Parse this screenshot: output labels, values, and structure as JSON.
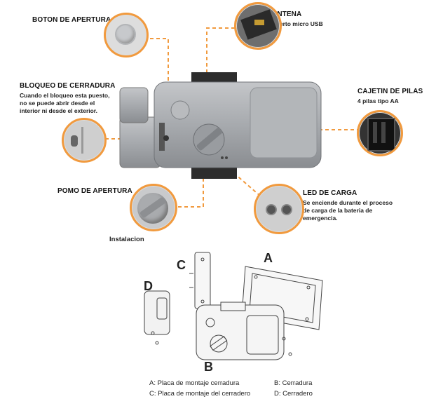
{
  "callouts": {
    "boton": {
      "title": "BOTON DE APERTURA"
    },
    "antena": {
      "title": "ANTENA",
      "desc": "Puerto micro USB"
    },
    "bloqueo": {
      "title": "BLOQUEO DE CERRADURA",
      "desc1": "Cuando el bloqueo esta puesto,",
      "desc2": "no se puede abrir desde el",
      "desc3": "interior ni desde el exterior."
    },
    "cajetin": {
      "title": "CAJETIN DE PILAS",
      "desc": "4 pilas tipo AA"
    },
    "pomo": {
      "title": "POMO DE APERTURA"
    },
    "led": {
      "title": "LED DE CARGA",
      "desc1": "Se enciende durante el proceso",
      "desc2": "de carga de la bateria de",
      "desc3": "emergencia."
    }
  },
  "installation_label": "Instalacion",
  "parts": {
    "a": "A",
    "b": "B",
    "c": "C",
    "d": "D"
  },
  "legend": {
    "a": "A: Placa de montaje cerradura",
    "b": "B: Cerradura",
    "c": "C: Placa de montaje del cerradero",
    "d": "D: Cerradero"
  },
  "colors": {
    "accent": "#f19a3e",
    "lock_body": "#a9acb0"
  }
}
